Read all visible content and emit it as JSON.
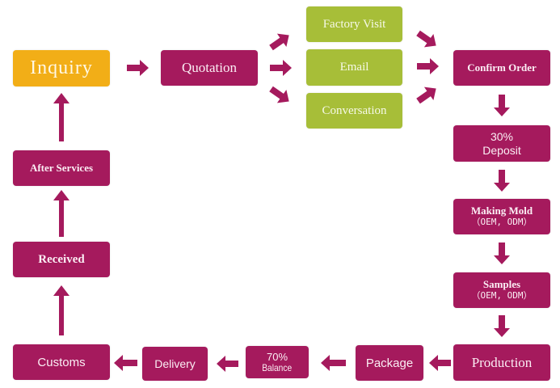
{
  "colors": {
    "magenta": "#a51a5d",
    "green": "#a7be38",
    "yellow": "#f2ae17"
  },
  "nodes": {
    "inquiry": "Inquiry",
    "quotation": "Quotation",
    "factory_visit": "Factory Visit",
    "email": "Email",
    "conversation": "Conversation",
    "confirm_order": "Confirm Order",
    "deposit": {
      "line1": "30%",
      "line2": "Deposit"
    },
    "making_mold": {
      "line1": "Making Mold",
      "line2": "（OEM, ODM）"
    },
    "samples": {
      "line1": "Samples",
      "line2": "（OEM, ODM）"
    },
    "production": "Production",
    "package": "Package",
    "balance": {
      "line1": "70%",
      "line2": "Balance"
    },
    "delivery": "Delivery",
    "customs": "Customs",
    "received": "Received",
    "after_services": "After Services"
  },
  "edges": [
    [
      "inquiry",
      "quotation"
    ],
    [
      "quotation",
      "factory_visit"
    ],
    [
      "quotation",
      "email"
    ],
    [
      "quotation",
      "conversation"
    ],
    [
      "factory_visit",
      "confirm_order"
    ],
    [
      "email",
      "confirm_order"
    ],
    [
      "conversation",
      "confirm_order"
    ],
    [
      "confirm_order",
      "deposit"
    ],
    [
      "deposit",
      "making_mold"
    ],
    [
      "making_mold",
      "samples"
    ],
    [
      "samples",
      "production"
    ],
    [
      "production",
      "package"
    ],
    [
      "package",
      "balance"
    ],
    [
      "balance",
      "delivery"
    ],
    [
      "delivery",
      "customs"
    ],
    [
      "customs",
      "received"
    ],
    [
      "received",
      "after_services"
    ],
    [
      "after_services",
      "inquiry"
    ]
  ]
}
